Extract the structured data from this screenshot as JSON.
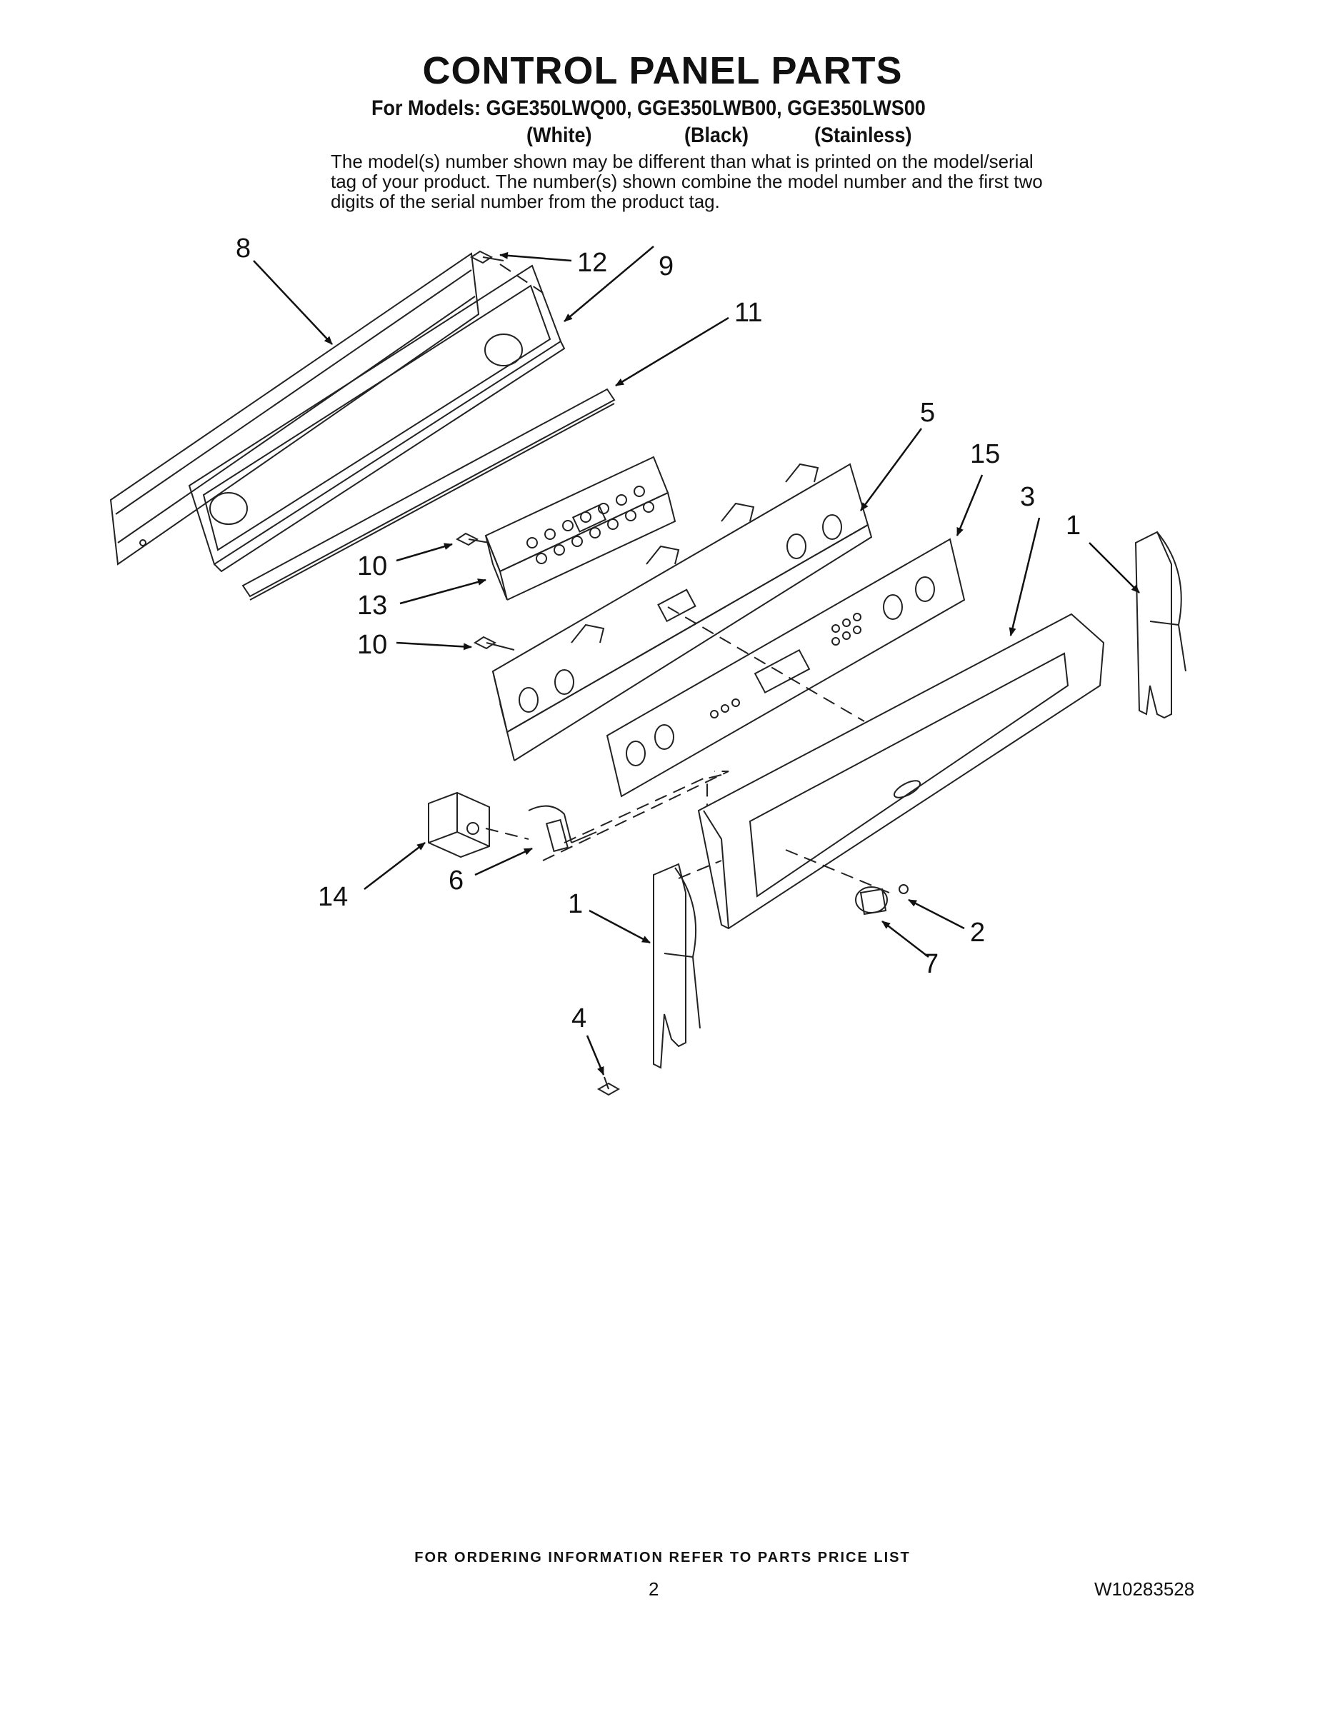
{
  "header": {
    "title": "CONTROL PANEL PARTS",
    "models_line": "For Models: GGE350LWQ00, GGE350LWB00, GGE350LWS00",
    "variants": [
      "(White)",
      "(Black)",
      "(Stainless)"
    ],
    "note": "The model(s) number shown may be different than what is printed on the model/serial tag of your product. The number(s) shown combine the model number and the first two digits of the serial number from the product tag."
  },
  "callouts": [
    "8",
    "12",
    "9",
    "11",
    "5",
    "15",
    "3",
    "1",
    "10",
    "13",
    "10",
    "14",
    "6",
    "1",
    "2",
    "7",
    "4"
  ],
  "footer": {
    "ordering_info": "FOR ORDERING INFORMATION REFER TO PARTS PRICE LIST",
    "page_number": "2",
    "document_number": "W10283528"
  }
}
